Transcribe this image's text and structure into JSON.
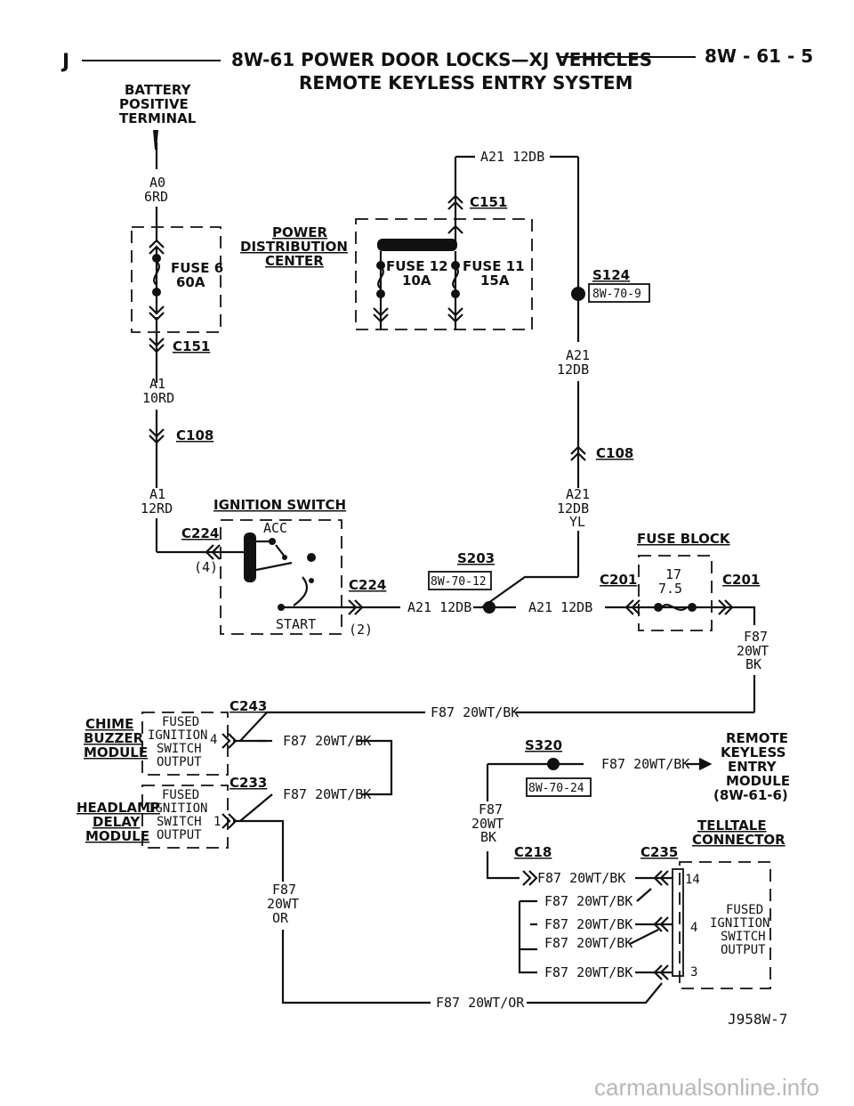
{
  "header": {
    "left": "J",
    "title": "8W-61 POWER DOOR LOCKS—XJ VEHICLES",
    "page": "8W - 61 - 5",
    "subtitle": "REMOTE KEYLESS ENTRY SYSTEM"
  },
  "battery": {
    "l1": "BATTERY",
    "l2": "POSITIVE",
    "l3": "TERMINAL"
  },
  "wires": {
    "a0_1": "A0",
    "a0_2": "6RD",
    "a1_1": "A1",
    "a1_2": "10RD",
    "a1b_1": "A1",
    "a1b_2": "12RD",
    "a21_top": "A21 12DB",
    "a21_mid1": "A21",
    "a21_mid2": "12DB",
    "a21_low1": "A21",
    "a21_low2": "12DB",
    "a21_low3": "YL",
    "a21_s203": "A21 12DB",
    "a21_c201": "A21 12DB",
    "f87_fb1": "F87",
    "f87_fb2": "20WT",
    "f87_fb3": "BK",
    "f87_top": "F87 20WT/BK",
    "f87_chime": "F87 20WT/BK",
    "f87_head": "F87 20WT/BK",
    "f87_rke": "F87 20WT/BK",
    "f87_s320_1": "F87",
    "f87_s320_2": "20WT",
    "f87_s320_3": "BK",
    "f87_or1": "F87",
    "f87_or2": "20WT",
    "f87_or3": "OR",
    "f87_bottom": "F87 20WT/OR",
    "tt1": "F87 20WT/BK",
    "tt2": "F87 20WT/BK",
    "tt3": "F87 20WT/BK",
    "tt4": "F87 20WT/BK",
    "tt5": "F87 20WT/BK"
  },
  "connectors": {
    "c151_a": "C151",
    "c151_b": "C151",
    "c108_a": "C108",
    "c108_b": "C108",
    "c224_a": "C224",
    "c224_b": "C224",
    "c224_pin": "(4)",
    "start_pin": "(2)",
    "c201_a": "C201",
    "c201_b": "C201",
    "c243": "C243",
    "c233": "C233",
    "c218": "C218",
    "c235": "C235",
    "chime_pin": "4",
    "head_pin": "1",
    "tt_pin14": "14",
    "tt_pin4": "4",
    "tt_pin3": "3"
  },
  "splices": {
    "s124": "S124",
    "s124_ref": "8W-70-9",
    "s203": "S203",
    "s203_ref": "8W-70-12",
    "s320": "S320",
    "s320_ref": "8W-70-24"
  },
  "components": {
    "pdc_1": "POWER",
    "pdc_2": "DISTRIBUTION",
    "pdc_3": "CENTER",
    "fuse6_1": "FUSE 6",
    "fuse6_2": "60A",
    "fuse12_1": "FUSE 12",
    "fuse12_2": "10A",
    "fuse11_1": "FUSE 11",
    "fuse11_2": "15A",
    "ign": "IGNITION SWITCH",
    "acc": "ACC",
    "start": "START",
    "fuseblock": "FUSE BLOCK",
    "fb_fuse": "17",
    "fb_amp": "7.5",
    "chime_1": "CHIME",
    "chime_2": "BUZZER",
    "chime_3": "MODULE",
    "head_1": "HEADLAMP",
    "head_2": "DELAY",
    "head_3": "MODULE",
    "fused_1": "FUSED",
    "fused_2": "IGNITION",
    "fused_3": "SWITCH",
    "fused_4": "OUTPUT",
    "rke_1": "REMOTE",
    "rke_2": "KEYLESS",
    "rke_3": "ENTRY",
    "rke_4": "MODULE",
    "rke_5": "(8W-61-6)",
    "tt_1": "TELLTALE",
    "tt_2": "CONNECTOR"
  },
  "footer": {
    "code": "J958W-7",
    "watermark": "carmanualsonline.info"
  }
}
